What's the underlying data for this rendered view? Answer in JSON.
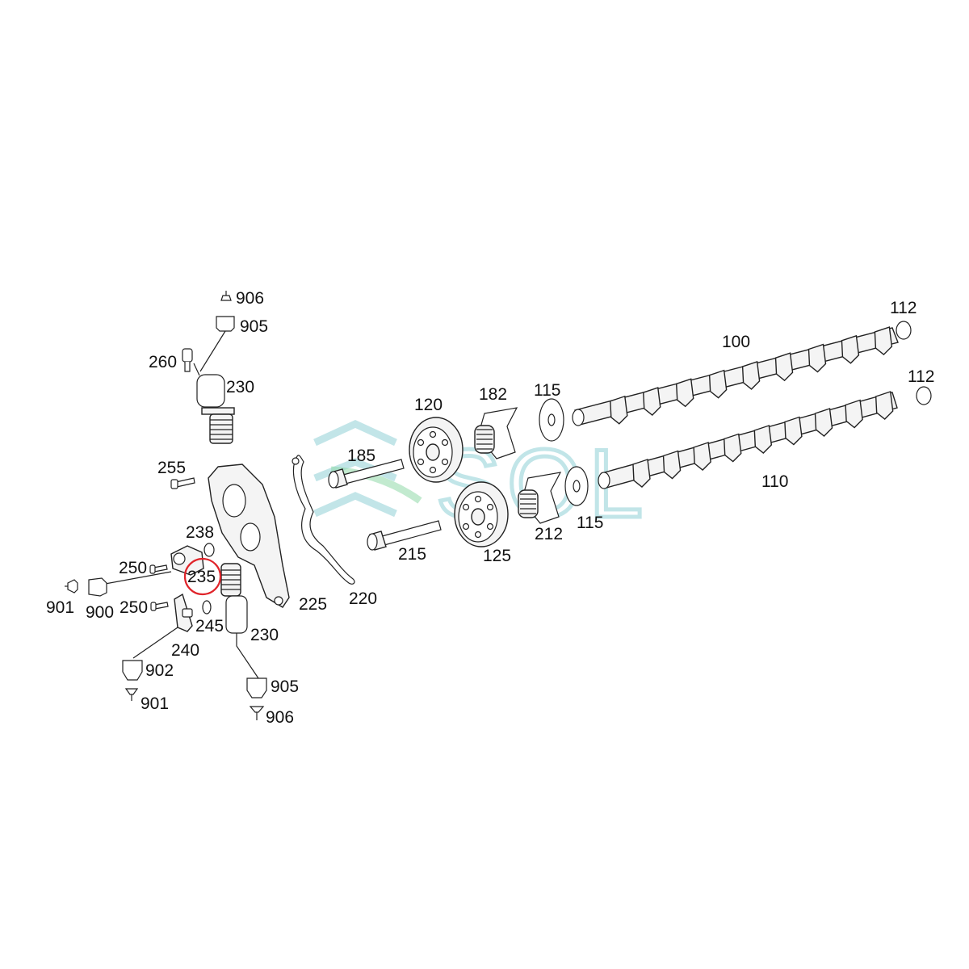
{
  "watermark": "SOL",
  "highlight_color": "#e0242a",
  "labels": {
    "p906a": "906",
    "p905a": "905",
    "p260": "260",
    "p230a": "230",
    "p255": "255",
    "p238": "238",
    "p250a": "250",
    "p235": "235",
    "p901a": "901",
    "p900": "900",
    "p250b": "250",
    "p245": "245",
    "p240": "240",
    "p230b": "230",
    "p225": "225",
    "p902": "902",
    "p901b": "901",
    "p905b": "905",
    "p906b": "906",
    "p220": "220",
    "p185": "185",
    "p215": "215",
    "p120": "120",
    "p182": "182",
    "p125": "125",
    "p212": "212",
    "p115a": "115",
    "p115b": "115",
    "p100": "100",
    "p110": "110",
    "p112a": "112",
    "p112b": "112"
  }
}
